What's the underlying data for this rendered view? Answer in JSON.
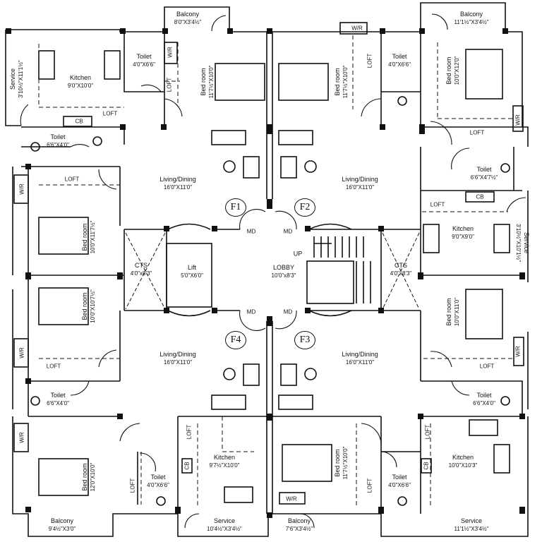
{
  "flats": {
    "f1": "F1",
    "f2": "F2",
    "f3": "F3",
    "f4": "F4"
  },
  "common": {
    "lobby": "LOBBY",
    "lobby_dim": "10'0\"x8'3\"",
    "lift": "Lift",
    "lift_dim": "5'0\"X6'0\"",
    "up": "UP",
    "md": "MD",
    "cts": "CTS",
    "cts_left_dim": "4'0\"x8'3\"",
    "cts_right_dim": "4'0\"x8'3\""
  },
  "generic": {
    "loft": "LOFT",
    "wr": "W/R",
    "cb": "CB"
  },
  "rooms": {
    "balcony_tl": {
      "name": "Balcony",
      "dim": "8'0\"X3'4½\""
    },
    "balcony_tr": {
      "name": "Balcony",
      "dim": "11'1½\"X3'4½\""
    },
    "balcony_bl": {
      "name": "Balcony",
      "dim": "9'4½\"X3'0\""
    },
    "balcony_bc": {
      "name": "Balcony",
      "dim": "7'6\"X3'4½\""
    },
    "service_tl": {
      "name": "Service",
      "dim": "3'10½\"X11'1½\""
    },
    "service_r": {
      "name": "Service",
      "dim": "3'10½\"X10'1½\""
    },
    "service_bl": {
      "name": "Service",
      "dim": "10'4½\"X3'4½\""
    },
    "service_br": {
      "name": "Service",
      "dim": "11'1½\"X3'4½\""
    },
    "kitchen_tl": {
      "name": "Kitchen",
      "dim": "9'0\"X10'0\""
    },
    "kitchen_r": {
      "name": "Kitchen",
      "dim": "9'0\"X9'0\""
    },
    "kitchen_bl": {
      "name": "Kitchen",
      "dim": "9'7½\"X10'0\""
    },
    "kitchen_br": {
      "name": "Kitchen",
      "dim": "10'0\"X10'3\""
    },
    "toilet_t1": {
      "name": "Toilet",
      "dim": "4'0\"X6'6\""
    },
    "toilet_t2": {
      "name": "Toilet",
      "dim": "4'0\"X6'6\""
    },
    "toilet_l1": {
      "name": "Toilet",
      "dim": "6'6\"X4'0\""
    },
    "toilet_r1": {
      "name": "Toilet",
      "dim": "6'6\"X4'7½\""
    },
    "toilet_l2": {
      "name": "Toilet",
      "dim": "6'6\"X4'0\""
    },
    "toilet_r2": {
      "name": "Toilet",
      "dim": "6'6\"X4'0\""
    },
    "toilet_b1": {
      "name": "Toilet",
      "dim": "4'0\"X6'6\""
    },
    "toilet_b2": {
      "name": "Toilet",
      "dim": "4'0\"X6'6\""
    },
    "bed_t1": {
      "name": "Bed room",
      "dim": "11'7½\"X10'0\""
    },
    "bed_t2": {
      "name": "Bed room",
      "dim": "11'7½\"X10'0\""
    },
    "bed_tr": {
      "name": "Bed room",
      "dim": "10'0\"X12'0\""
    },
    "bed_l1": {
      "name": "Bed room",
      "dim": "10'0\"X11'7½\""
    },
    "bed_l2": {
      "name": "Bed room",
      "dim": "10'0\"X10'7½\""
    },
    "bed_r2": {
      "name": "Bed room",
      "dim": "10'0\"X11'0\""
    },
    "bed_bl": {
      "name": "Bed room",
      "dim": "12'0\"X10'0\""
    },
    "bed_bc": {
      "name": "Bed room",
      "dim": "11'7½\"X10'0\""
    },
    "living_f1": {
      "name": "Living/Dining",
      "dim": "16'0\"X11'0\""
    },
    "living_f2": {
      "name": "Living/Dining",
      "dim": "16'0\"X11'0\""
    },
    "living_f4": {
      "name": "Living/Dining",
      "dim": "16'0\"X11'0\""
    },
    "living_f3": {
      "name": "Living/Dining",
      "dim": "16'0\"X11'0\""
    }
  }
}
